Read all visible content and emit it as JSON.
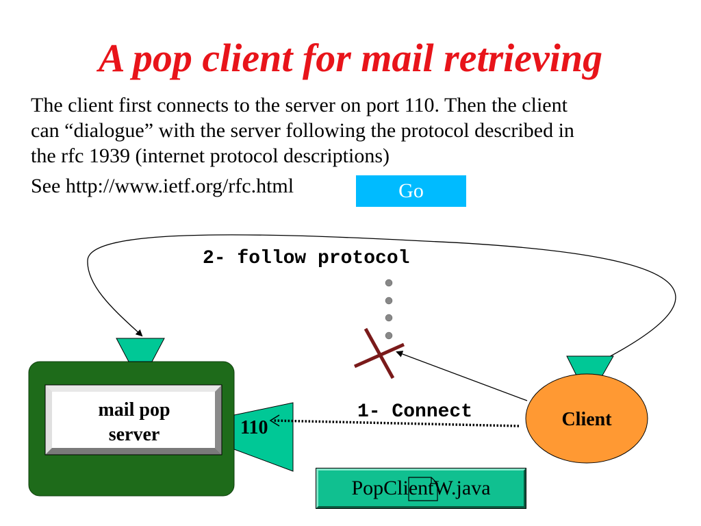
{
  "title": "A pop client for mail retrieving",
  "description": {
    "line1": "The client first connects to the server on port 110. Then the client",
    "line2": "can “dialogue” with the server following the protocol described in",
    "line3": "the rfc 1939 (internet protocol descriptions)"
  },
  "see_line": "See http://www.ietf.org/rfc.html",
  "go_button": "Go",
  "diagram": {
    "step2_label": "2- follow protocol",
    "step1_label": "1- Connect",
    "server_label_line1": "mail pop",
    "server_label_line2": "server",
    "port_label": "110",
    "client_label": "Client",
    "file_label": "PopClientW.java"
  },
  "colors": {
    "title": "#e8141a",
    "go_button_bg": "#00bbff",
    "server_frame": "#1e6b1a",
    "teal": "#00c896",
    "client_fill": "#ff9933",
    "cross": "#7a1a1a"
  }
}
